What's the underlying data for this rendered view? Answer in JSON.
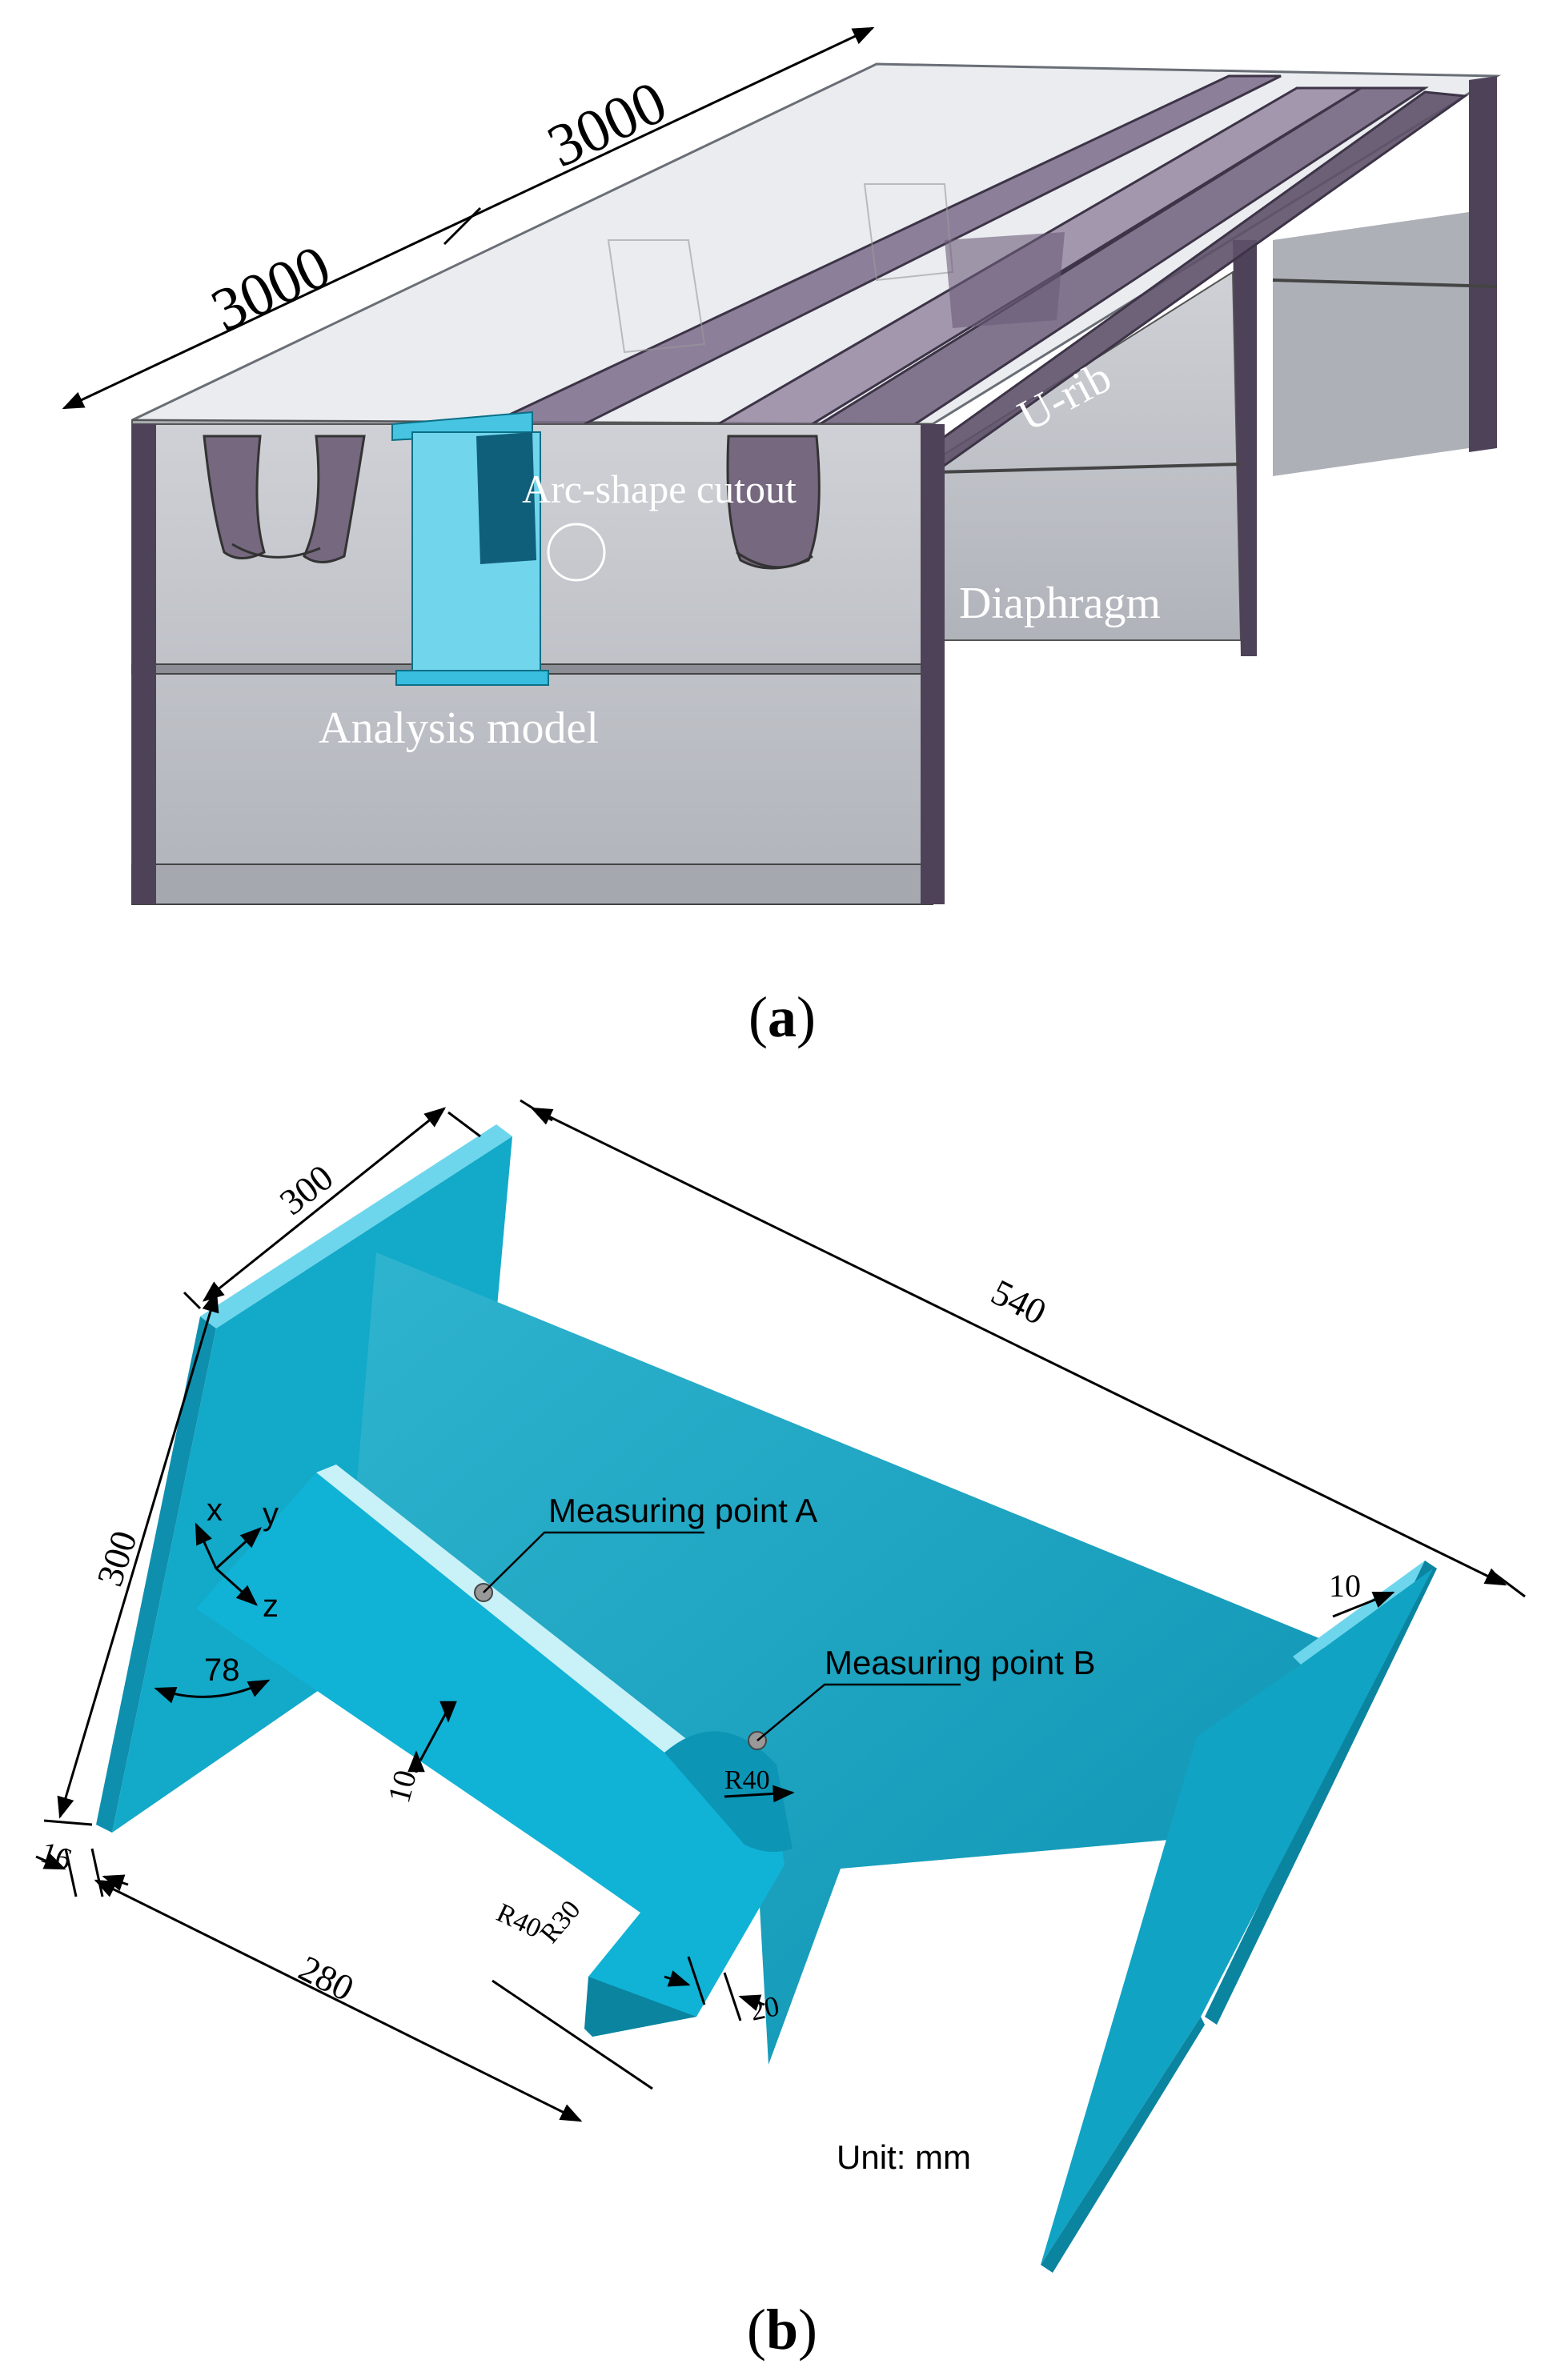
{
  "panel_a": {
    "caption": "(a)",
    "caption_open": "(",
    "caption_letter": "a",
    "caption_close": ")",
    "dim_left": "3000",
    "dim_right": "3000",
    "label_urib": "U-rib",
    "label_cutout": "Arc-shape cutout",
    "label_diaphragm": "Diaphragm",
    "label_model": "Analysis model"
  },
  "panel_b": {
    "caption": "(b)",
    "caption_open": "(",
    "caption_letter": "b",
    "caption_close": ")",
    "dim_flange_width": "300",
    "dim_length": "540",
    "dim_height": "300",
    "dim_end_thickness": "10",
    "dim_angle": "78",
    "dim_rib_thickness": "10",
    "dim_flange_thickness": "16",
    "dim_rib_span": "280",
    "dim_gap": "20",
    "r40_top": "R40",
    "r40_bottom": "R40",
    "r30": "R30",
    "axis_x": "x",
    "axis_y": "y",
    "axis_z": "z",
    "point_a": "Measuring point A",
    "point_b": "Measuring point B",
    "unit": "Unit: mm"
  },
  "colors": {
    "steel_light": "#c9cbd0",
    "steel_mid": "#a8abb2",
    "purple_edge": "#5a4b66",
    "rib_purple": "#6d5f7a",
    "cyan_light": "#6ed6ec",
    "cyan_main": "#13a9c9",
    "cyan_dark": "#0b84a0",
    "cyan_rib": "#10b3d6"
  }
}
